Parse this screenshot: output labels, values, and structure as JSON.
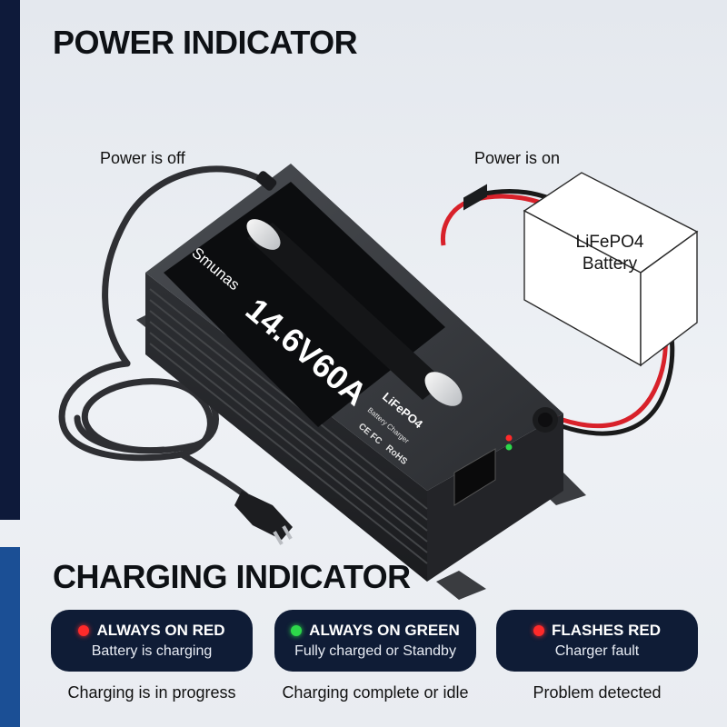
{
  "power_section": {
    "title": "POWER INDICATOR",
    "caption_off": "Power is off",
    "caption_on": "Power is on"
  },
  "battery": {
    "line1": "LiFePO4",
    "line2": "Battery"
  },
  "charger": {
    "brand": "Smunas",
    "rating": "14.6V60A",
    "chem_label": "LiFePO4",
    "type_label": "Battery Charger",
    "marks": "CE FC",
    "rohs": "RoHS",
    "body_color": "#2a2c30",
    "panel_color": "#0c0d0f"
  },
  "cables": {
    "positive_color": "#d8212a",
    "negative_color": "#1a1a1a"
  },
  "charging_section": {
    "title": "CHARGING INDICATOR",
    "indicators": [
      {
        "title": "ALWAYS ON RED",
        "subtitle": "Battery is charging",
        "note": "Charging is in progress",
        "led_color": "#ff2a2a"
      },
      {
        "title": "ALWAYS ON GREEN",
        "subtitle": "Fully charged or Standby",
        "note": "Charging complete or idle",
        "led_color": "#2dd84a"
      },
      {
        "title": "FLASHES RED",
        "subtitle": "Charger fault",
        "note": "Problem detected",
        "led_color": "#ff2a2a"
      }
    ]
  }
}
